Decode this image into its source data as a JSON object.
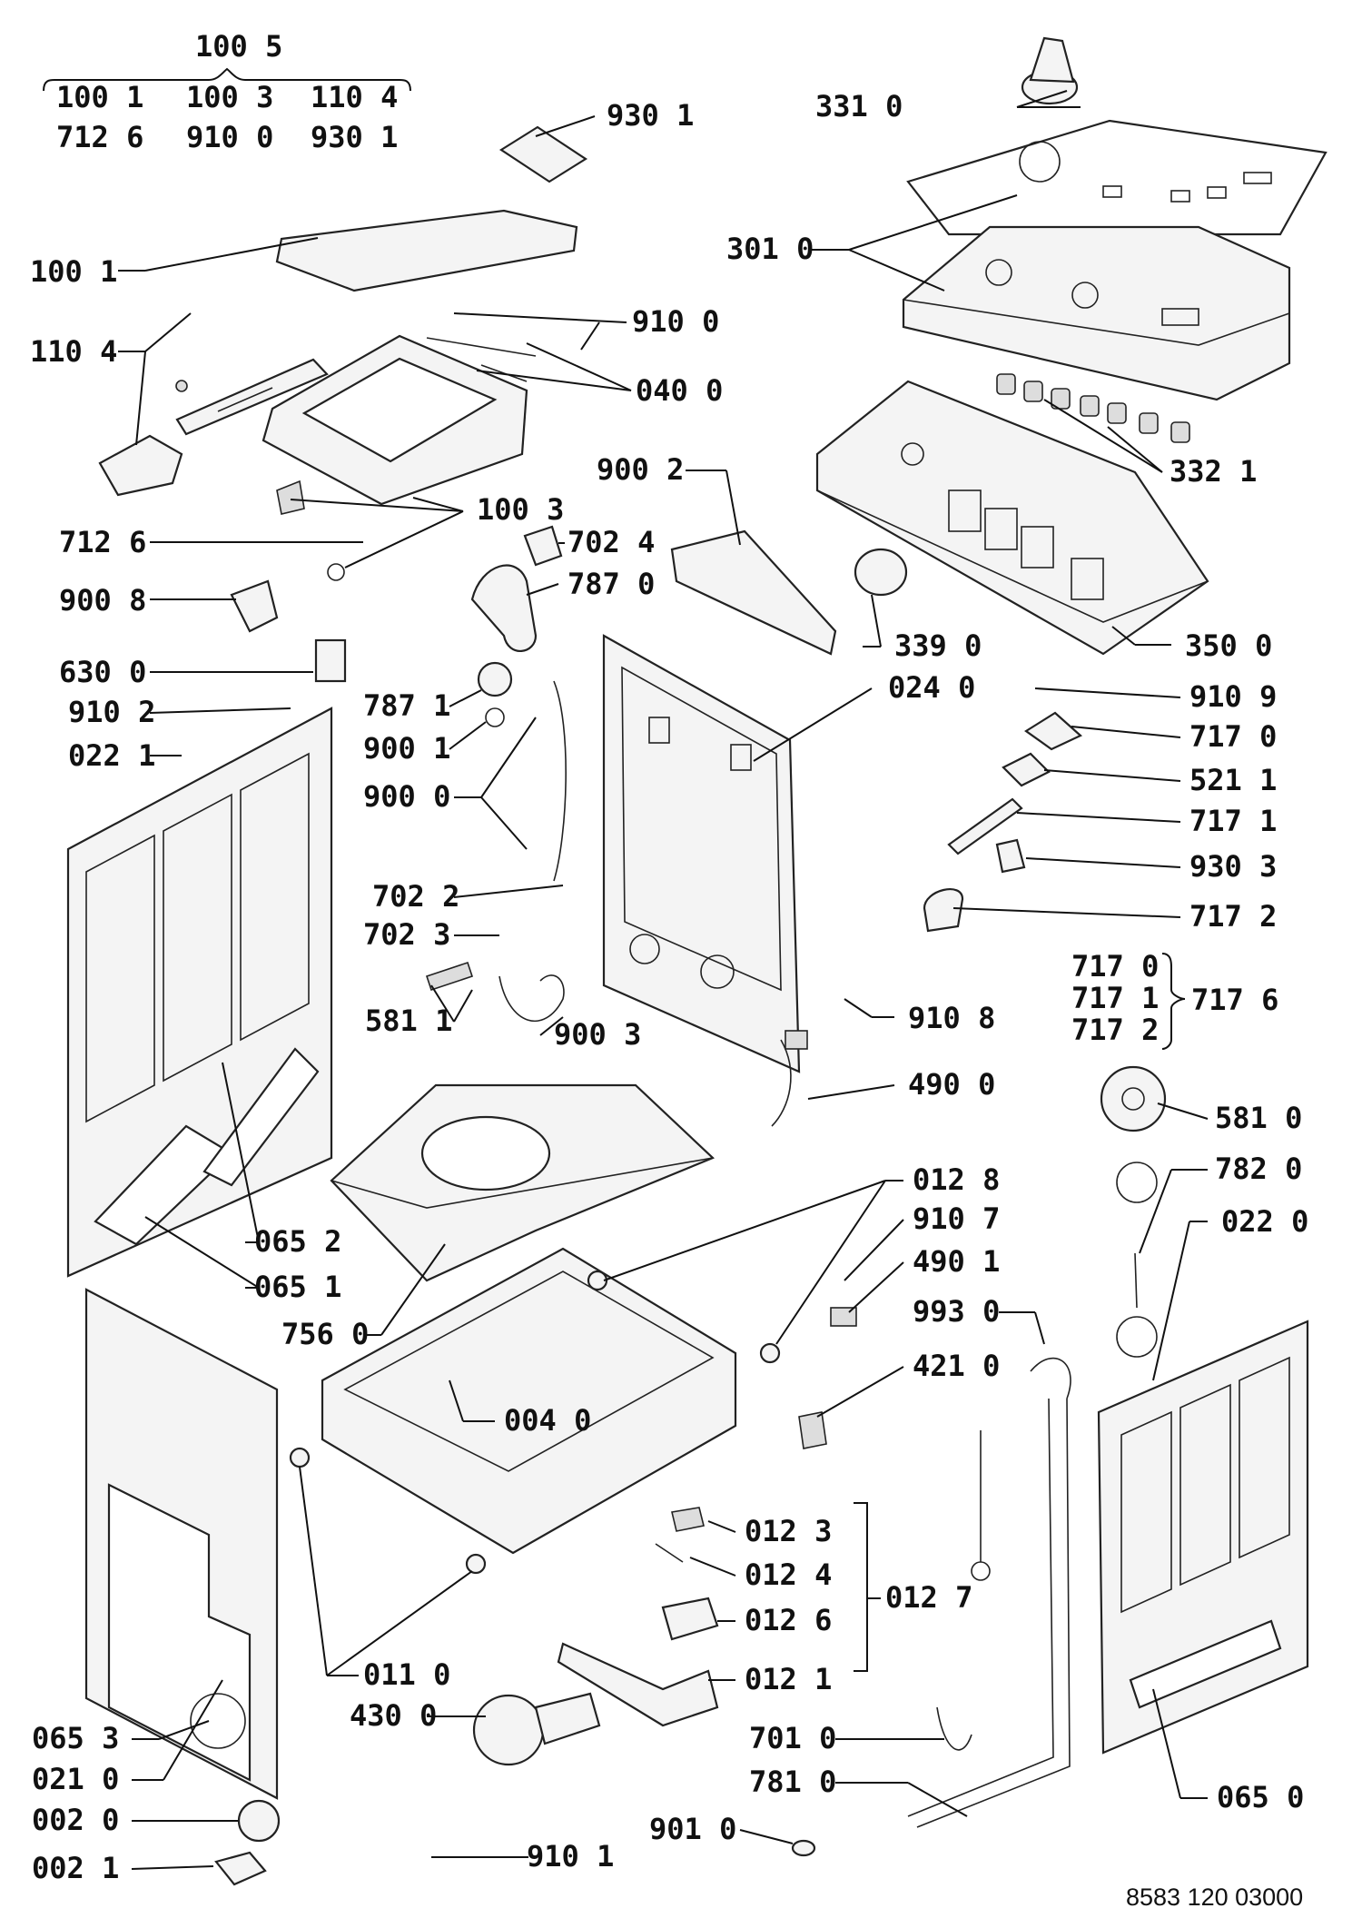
{
  "diagram": {
    "drawing_number": "8583 120 03000",
    "kit_header": {
      "label": "100 5",
      "row1": [
        "100 1",
        "100 3",
        "110 4"
      ],
      "row2": [
        "712 6",
        "910 0",
        "930 1"
      ]
    },
    "group_717_6": {
      "items": [
        "717 0",
        "717 1",
        "717 2"
      ],
      "label": "717 6"
    },
    "labels": {
      "930_1": "930 1",
      "331_0": "331 0",
      "301_0": "301 0",
      "100_1": "100 1",
      "910_0": "910 0",
      "110_4": "110 4",
      "040_0": "040 0",
      "900_2": "900 2",
      "332_1": "332 1",
      "100_3": "100 3",
      "712_6": "712 6",
      "702_4": "702 4",
      "787_0": "787 0",
      "900_8": "900 8",
      "339_0": "339 0",
      "350_0": "350 0",
      "630_0": "630 0",
      "024_0": "024 0",
      "910_2": "910 2",
      "787_1": "787 1",
      "910_9": "910 9",
      "022_1": "022 1",
      "900_1": "900 1",
      "717_0": "717 0",
      "521_1": "521 1",
      "900_0": "900 0",
      "717_1": "717 1",
      "930_3": "930 3",
      "702_2": "702 2",
      "702_3": "702 3",
      "717_2": "717 2",
      "581_1": "581 1",
      "910_8": "910 8",
      "900_3": "900 3",
      "490_0": "490 0",
      "581_0": "581 0",
      "012_8": "012 8",
      "782_0": "782 0",
      "065_2": "065 2",
      "910_7": "910 7",
      "022_0": "022 0",
      "065_1": "065 1",
      "490_1": "490 1",
      "756_0": "756 0",
      "993_0": "993 0",
      "421_0": "421 0",
      "004_0": "004 0",
      "012_3": "012 3",
      "012_4": "012 4",
      "012_7": "012 7",
      "012_6": "012 6",
      "011_0": "011 0",
      "012_1": "012 1",
      "430_0": "430 0",
      "065_3": "065 3",
      "701_0": "701 0",
      "021_0": "021 0",
      "781_0": "781 0",
      "065_0": "065 0",
      "002_0": "002 0",
      "901_0": "901 0",
      "910_1": "910 1",
      "002_1": "002 1"
    }
  }
}
